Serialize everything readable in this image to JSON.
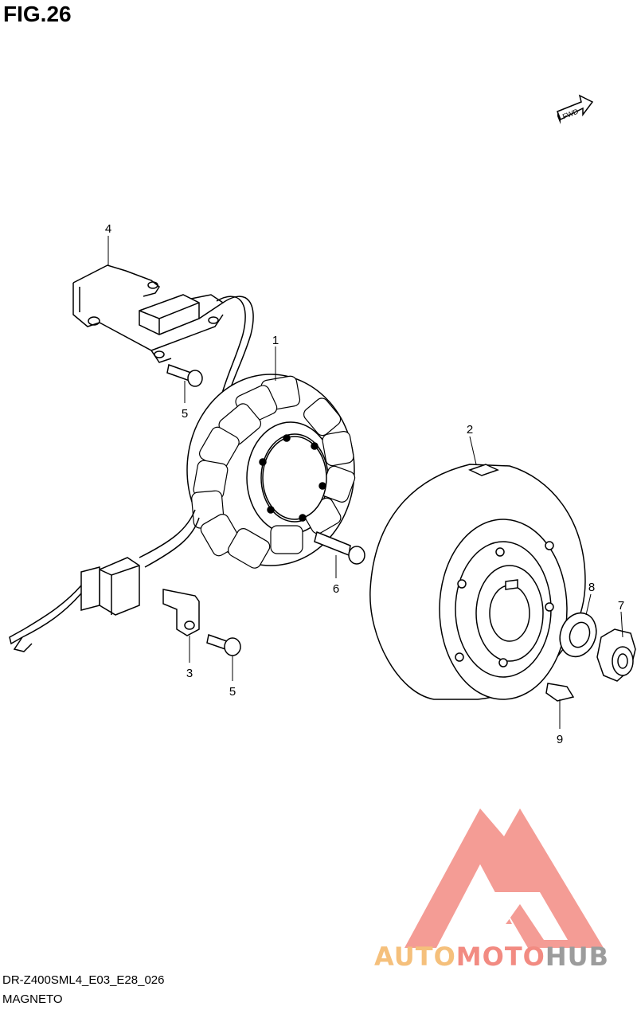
{
  "figure": {
    "title": "FIG.26"
  },
  "direction_marker": {
    "label": "FWD",
    "icon": "fwd-arrow-icon"
  },
  "callouts": [
    {
      "id": "callout-1",
      "label": "1",
      "part": "stator"
    },
    {
      "id": "callout-2",
      "label": "2",
      "part": "rotor"
    },
    {
      "id": "callout-3",
      "label": "3",
      "part": "clamp"
    },
    {
      "id": "callout-4",
      "label": "4",
      "part": "pickup bracket"
    },
    {
      "id": "callout-5a",
      "label": "5",
      "part": "screw"
    },
    {
      "id": "callout-5b",
      "label": "5",
      "part": "screw"
    },
    {
      "id": "callout-6",
      "label": "6",
      "part": "bolt"
    },
    {
      "id": "callout-7",
      "label": "7",
      "part": "nut"
    },
    {
      "id": "callout-8",
      "label": "8",
      "part": "washer"
    },
    {
      "id": "callout-9",
      "label": "9",
      "part": "key"
    }
  ],
  "footer": {
    "code": "DR-Z400SML4_E03_E28_026",
    "name": "MAGNETO"
  },
  "watermark": {
    "part1": "AUTO",
    "part2": "MOTO",
    "part3": "HUB",
    "colors": {
      "part1": "#f5c07c",
      "part2": "#f28b82",
      "part3": "#9c9c9c",
      "logo": "#f28b82"
    }
  }
}
